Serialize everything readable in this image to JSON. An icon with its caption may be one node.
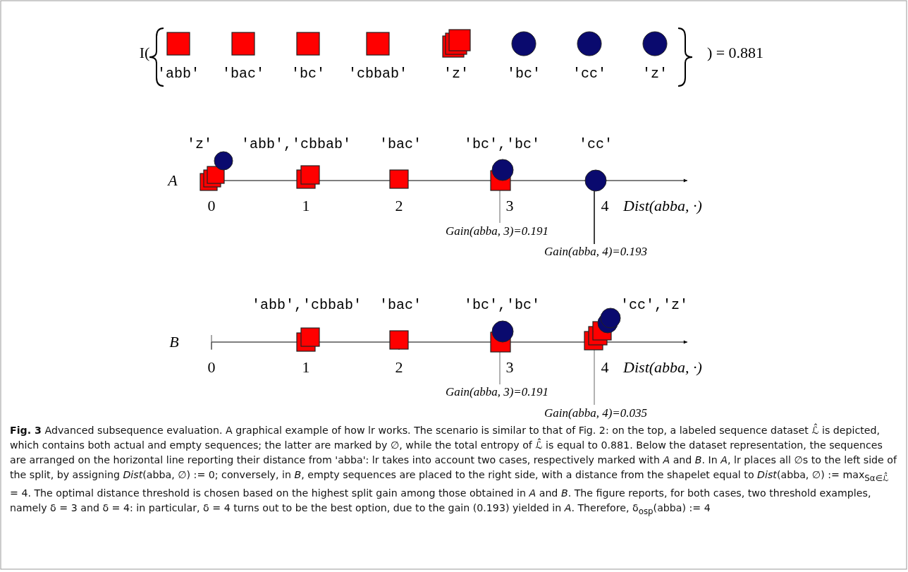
{
  "diagram": {
    "labels": [
      "I(",
      "'abb'",
      "'bac'",
      "'bc'",
      "'cbbab'",
      "'z'",
      "'bc'",
      "'cc'",
      "'z'",
      ") = 0.881",
      "A",
      "'z'",
      "'abb','cbbab'",
      "'bac'",
      "'bc','bc'",
      "'cc'",
      "0",
      "1",
      "2",
      "3",
      "4",
      "Dist(abba, ·)",
      "Gain(abba, 3)=0.191",
      "Gain(abba, 4)=0.193",
      "B",
      "'abb','cbbab'",
      "'bac'",
      "'bc','bc'",
      "'cc','z'",
      "0",
      "1",
      "2",
      "3",
      "4",
      "Dist(abba, ·)",
      "Gain(abba, 3)=0.191",
      "Gain(abba, 4)=0.035"
    ],
    "caption": "**Fig. 3** Advanced subsequence evaluation. A graphical example of how lr works. The scenario is similar to that of Fig. 2: on the top, a labeled sequence dataset ℒ̂ is depicted, which contains both actual and empty sequences; the latter are marked by ∅, while the total entropy of ℒ̂ is equal to 0.881. Below the dataset representation, the sequences are arranged on the horizontal line reporting their distance from 'abba': lr takes into account two cases, respectively marked with *A* and *B*. In *A*, lr places all ∅s to the left side of the split, by assigning *Dist*(abba, ∅) := 0; conversely, in *B*, empty sequences are placed to the right side, with a distance from the shapelet equal to *Dist*(abba, ∅) := max$_{Sα∈ℒ̂}$ = 4. The optimal distance threshold is chosen based on the highest split gain among those obtained in *A* and *B*. The figure reports, for both cases, two threshold examples, namely δ = 3 and δ = 4: in particular, δ = 4 turns out to be the best option, due to the gain (0.193) yielded in *A*. Therefore, δ$_{osp}$(abba) := 4"
  }
}
